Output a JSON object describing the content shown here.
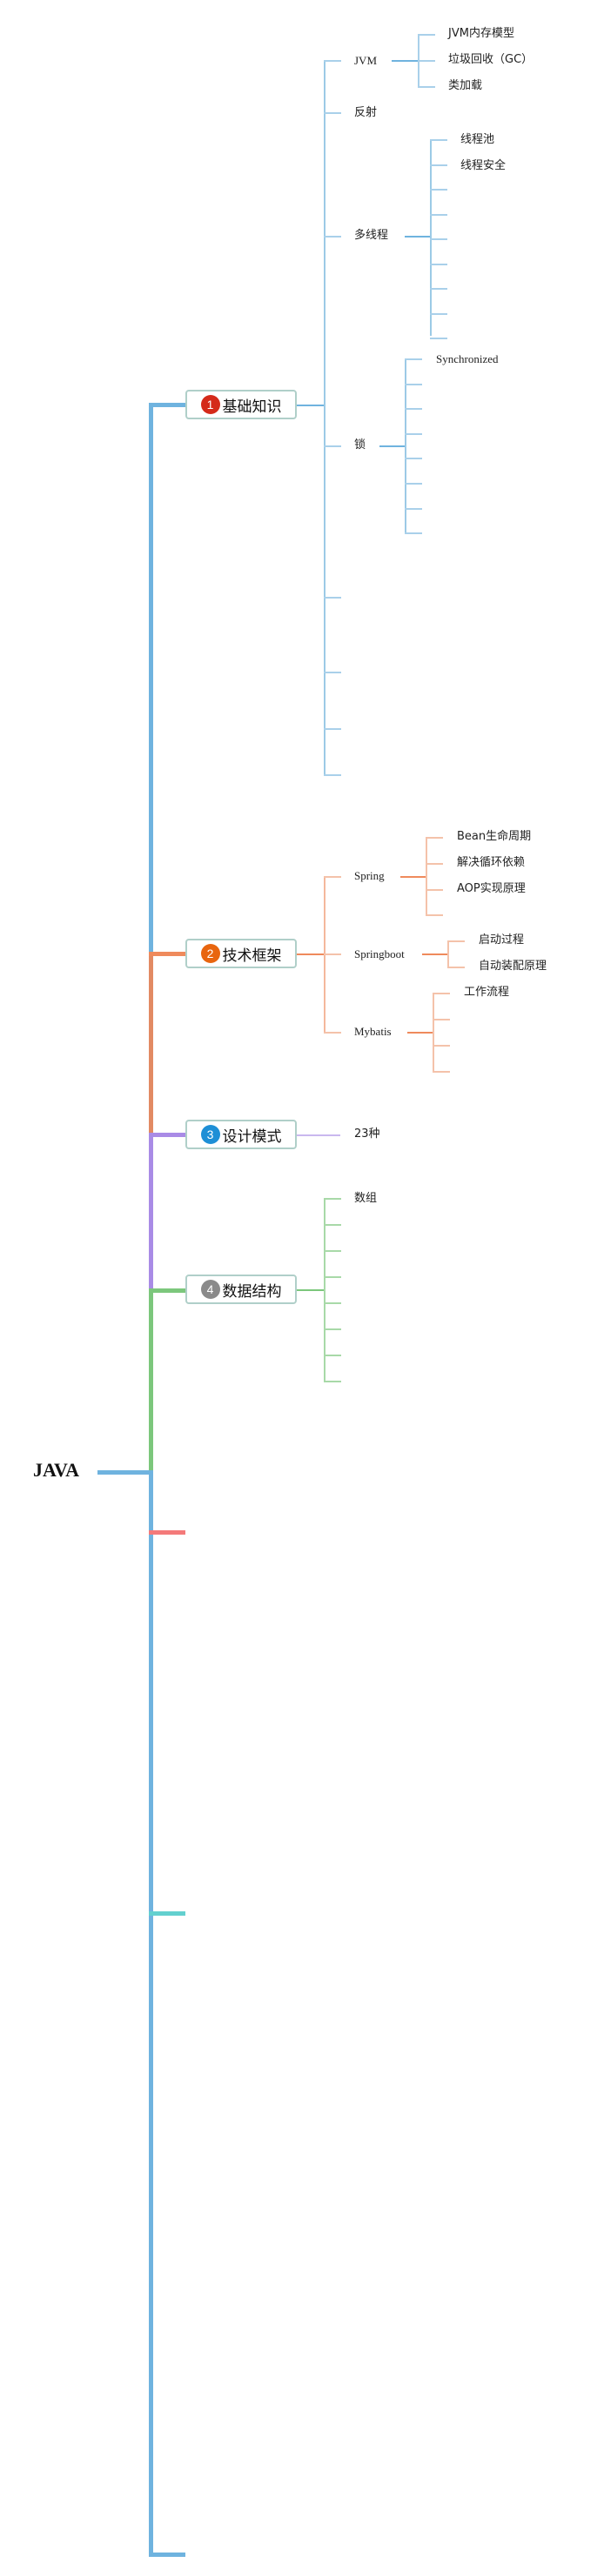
{
  "root": {
    "label": "JAVA"
  },
  "topics": [
    {
      "number": "1",
      "label": "基础知识",
      "color": "#6fb3df",
      "badge_color": "#d42a1a",
      "children": [
        {
          "label": "JVM",
          "children": [
            "JVM内存模型",
            "垃圾回收（GC）",
            "类加载"
          ]
        },
        {
          "label": "反射",
          "children": []
        },
        {
          "label": "多线程",
          "children": [
            "线程池",
            "线程安全",
            "",
            "",
            "",
            "",
            "",
            "",
            ""
          ]
        },
        {
          "label": "锁",
          "children": [
            "Synchronized",
            "",
            "",
            "",
            "",
            "",
            "",
            ""
          ]
        },
        {
          "label": "",
          "children": []
        },
        {
          "label": "",
          "children": []
        },
        {
          "label": "",
          "children": []
        },
        {
          "label": "",
          "children": []
        }
      ]
    },
    {
      "number": "2",
      "label": "技术框架",
      "color": "#ef8a5c",
      "badge_color": "#e8650f",
      "children": [
        {
          "label": "Spring",
          "children": [
            "Bean生命周期",
            "解决循环依赖",
            "AOP实现原理",
            ""
          ]
        },
        {
          "label": "Springboot",
          "children": [
            "启动过程",
            "自动装配原理"
          ]
        },
        {
          "label": "Mybatis",
          "children": [
            "工作流程",
            "",
            "",
            ""
          ]
        }
      ]
    },
    {
      "number": "3",
      "label": "设计模式",
      "color": "#a98be6",
      "badge_color": "#1e8fd6",
      "children": [
        {
          "label": "23种",
          "children": []
        }
      ]
    },
    {
      "number": "4",
      "label": "数据结构",
      "color": "#7cc77c",
      "badge_color": "#8a8a8a",
      "children": [
        {
          "label": "数组",
          "children": []
        },
        {
          "label": "",
          "children": []
        },
        {
          "label": "",
          "children": []
        },
        {
          "label": "",
          "children": []
        },
        {
          "label": "",
          "children": []
        },
        {
          "label": "",
          "children": []
        },
        {
          "label": "",
          "children": []
        },
        {
          "label": "",
          "children": []
        }
      ]
    }
  ],
  "empty_branches": [
    {
      "color": "#f47a7a"
    },
    {
      "color": "#63d0cf"
    },
    {
      "color": "#6fb3df"
    }
  ],
  "trunk_color": "#6fb3df"
}
